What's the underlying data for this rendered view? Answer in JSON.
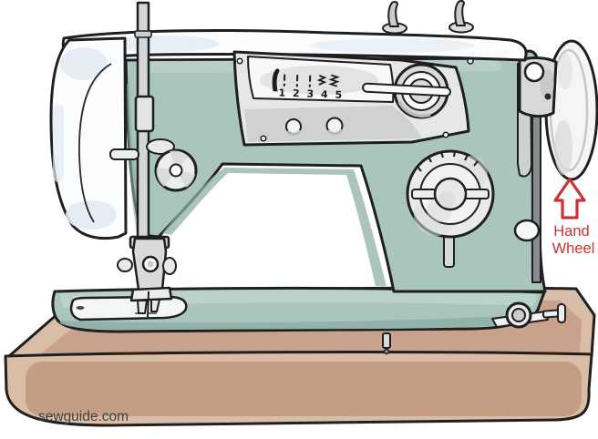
{
  "annotation": {
    "line1": "Hand",
    "line2": "Wheel",
    "text": "Hand Wheel",
    "color": "#cc3333",
    "arrow_direction": "up"
  },
  "stitch_panel": {
    "numbers": "1 2 3 4 5"
  },
  "watermark": {
    "text": "sewguide.com",
    "color": "#45403b"
  },
  "palette": {
    "body_teal": "#a9c5be",
    "body_teal_dark": "#8fb0a7",
    "body_teal_light": "#bdd3cc",
    "metal_gray": "#d7d9da",
    "panel_gray": "#e6e7e8",
    "white_cover": "#fbfcfd",
    "cover_shade": "#e2eaf2",
    "base_tan": "#d9bda7",
    "base_tan_dark": "#c49d85",
    "outline": "#1f1f1f",
    "annotation_red": "#cc3333"
  }
}
